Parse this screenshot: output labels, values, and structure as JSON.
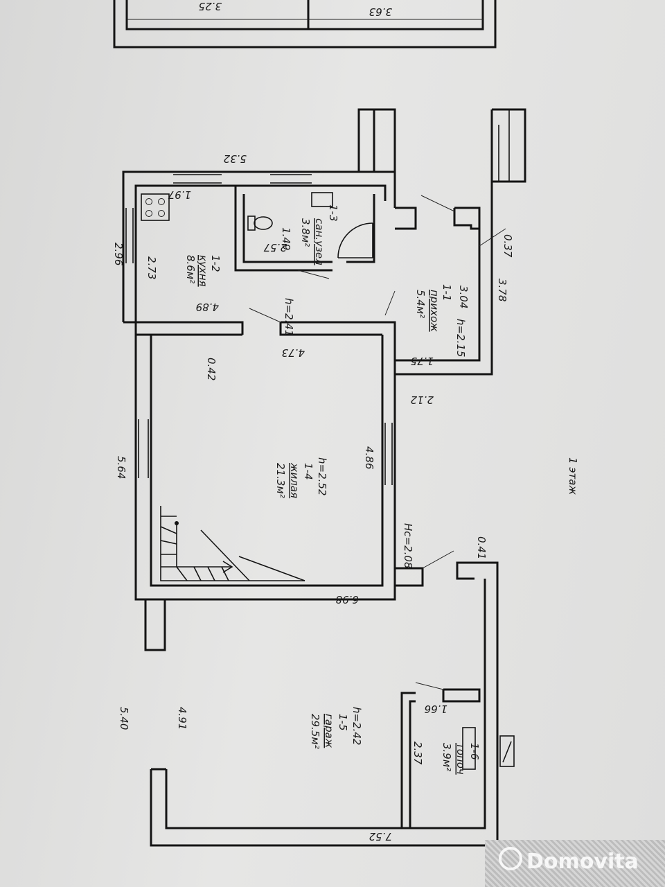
{
  "plan": {
    "floor_label": "1 этаж",
    "watermark": "Domovita",
    "rooms": {
      "kitchen": {
        "num": "1-2",
        "name": "кухня",
        "area": "8.6м²"
      },
      "bathroom": {
        "num": "1-3",
        "name": "сан.узел",
        "area": "3.8м²"
      },
      "hall": {
        "num": "1-1",
        "name": "прихож",
        "area": "5.4м²",
        "height": "h=2.15"
      },
      "living": {
        "num": "1-4",
        "name": "жилая",
        "area": "21.3м²",
        "height": "h=2.52"
      },
      "garage": {
        "num": "1-5",
        "name": "гараж",
        "area": "29.5м²",
        "height": "h=2.42"
      },
      "boiler": {
        "num": "1-6",
        "name": "топоч",
        "area": "3.9м²"
      }
    },
    "heights": {
      "bath_kitchen": "h=2.41",
      "hall_lower": "Hc=2.08"
    },
    "dims": {
      "top_left": "3.25",
      "top_right": "3.63",
      "kitchen_top": "5.32",
      "kitchen_w": "1.97",
      "kitchen_outer_h": "2.96",
      "kitchen_inner_h": "2.73",
      "bath_d1": "1.49",
      "bath_d2": "2.57",
      "kitchen_bottom": "4.89",
      "living_top": "4.73",
      "living_wall": "0.42",
      "living_outer_h": "5.64",
      "living_inner": "4.86",
      "living_bottom": "6.98",
      "hall_w": "3.04",
      "hall_wall": "0.37",
      "hall_outer": "3.78",
      "hall_inner": "1.75",
      "hall_bottom": "2.12",
      "garage_wall": "0.41",
      "garage_boiler_w": "1.66",
      "garage_boiler_h": "2.37",
      "garage_inner": "4.91",
      "garage_outer": "5.40",
      "garage_bottom": "7.52"
    }
  }
}
